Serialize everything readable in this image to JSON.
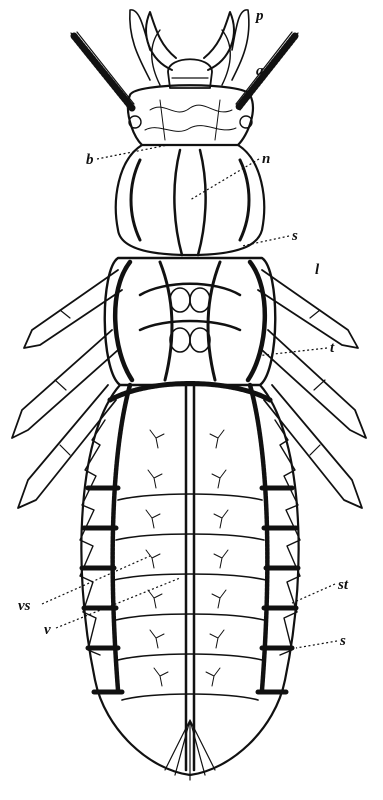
{
  "figure": {
    "labels": {
      "p": "p",
      "a": "a",
      "b": "b",
      "n": "n",
      "s_upper": "s",
      "l": "l",
      "t": "t",
      "st": "st",
      "vs": "vs",
      "v": "v",
      "s_lower": "s"
    }
  }
}
